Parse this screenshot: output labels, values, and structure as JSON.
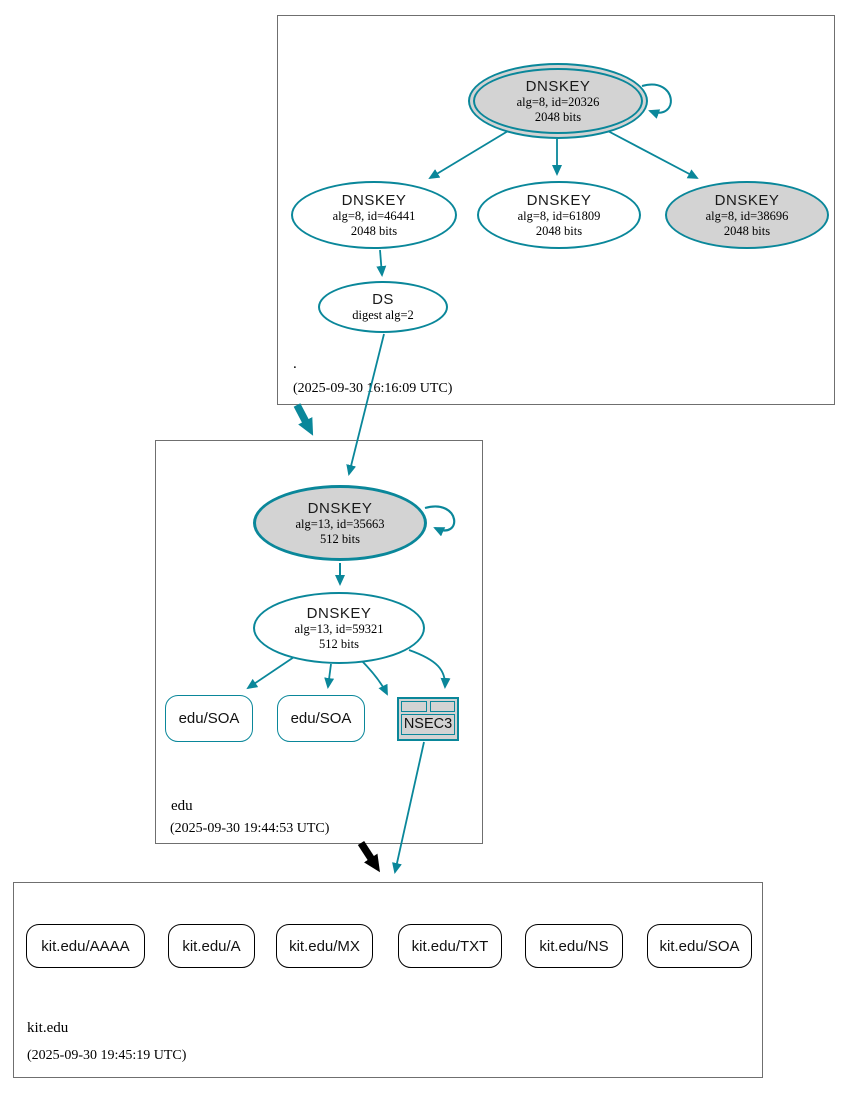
{
  "diagram": {
    "type": "dnssec-authentication-chain",
    "colors": {
      "secure_edge": "#0a879a",
      "insecure_edge": "#000000",
      "ksk_fill": "#d3d3d3",
      "node_fill": "#ffffff",
      "zone_border": "#6f6f6f"
    }
  },
  "zones": {
    "root": {
      "label": ".",
      "timestamp": "(2025-09-30 16:16:09 UTC)",
      "ksk": {
        "title": "DNSKEY",
        "detail1": "alg=8, id=20326",
        "detail2": "2048 bits"
      },
      "zsk1": {
        "title": "DNSKEY",
        "detail1": "alg=8, id=46441",
        "detail2": "2048 bits"
      },
      "zsk2": {
        "title": "DNSKEY",
        "detail1": "alg=8, id=61809",
        "detail2": "2048 bits"
      },
      "zsk3": {
        "title": "DNSKEY",
        "detail1": "alg=8, id=38696",
        "detail2": "2048 bits"
      },
      "ds": {
        "title": "DS",
        "detail1": "digest alg=2"
      }
    },
    "edu": {
      "label": "edu",
      "timestamp": "(2025-09-30 19:44:53 UTC)",
      "ksk": {
        "title": "DNSKEY",
        "detail1": "alg=13, id=35663",
        "detail2": "512 bits"
      },
      "zsk": {
        "title": "DNSKEY",
        "detail1": "alg=13, id=59321",
        "detail2": "512 bits"
      },
      "soa1": {
        "label": "edu/SOA"
      },
      "soa2": {
        "label": "edu/SOA"
      },
      "nsec3": {
        "label": "NSEC3"
      }
    },
    "kit_edu": {
      "label": "kit.edu",
      "timestamp": "(2025-09-30 19:45:19 UTC)",
      "rrsets": [
        {
          "label": "kit.edu/AAAA"
        },
        {
          "label": "kit.edu/A"
        },
        {
          "label": "kit.edu/MX"
        },
        {
          "label": "kit.edu/TXT"
        },
        {
          "label": "kit.edu/NS"
        },
        {
          "label": "kit.edu/SOA"
        }
      ]
    }
  }
}
